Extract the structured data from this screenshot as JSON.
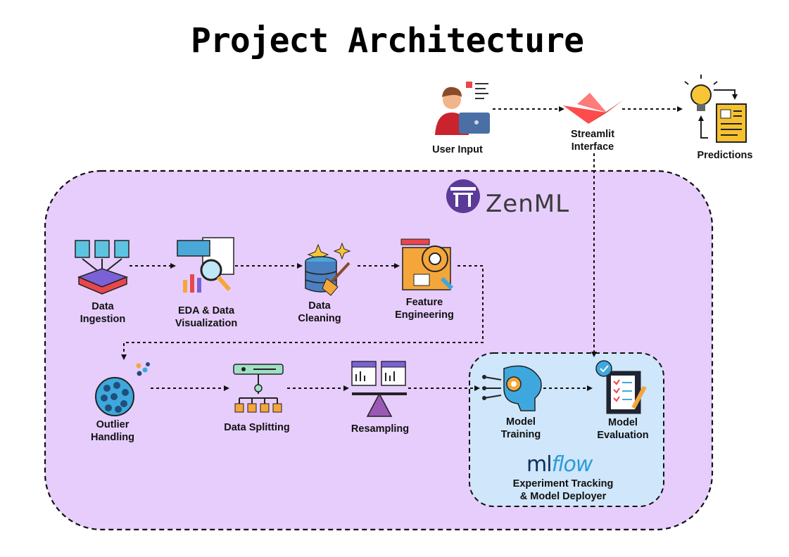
{
  "title": "Project Architecture",
  "colors": {
    "outer_region": "#e6cdfb",
    "inner_region": "#cfe6fb",
    "connector": "#111111",
    "accent_red": "#e8474b",
    "accent_blue": "#3ea8de",
    "accent_orange": "#f4a63b"
  },
  "top": {
    "user_input": {
      "label": "User Input",
      "icon": "user-laptop-icon"
    },
    "streamlit": {
      "line1": "Streamlit",
      "line2": "Interface",
      "icon": "streamlit-logo-icon"
    },
    "predictions": {
      "label": "Predictions",
      "icon": "lightbulb-report-icon"
    }
  },
  "zenml": {
    "logo_text": "ZenML"
  },
  "pipeline": {
    "ingestion": {
      "line1": "Data",
      "line2": "Ingestion",
      "icon": "documents-database-icon"
    },
    "eda": {
      "line1": "EDA & Data",
      "line2": "Visualization",
      "icon": "chart-magnifier-icon"
    },
    "cleaning": {
      "line1": "Data",
      "line2": "Cleaning",
      "icon": "database-broom-icon"
    },
    "feature": {
      "line1": "Feature",
      "line2": "Engineering",
      "icon": "gear-blueprint-icon"
    },
    "outlier": {
      "line1": "Outlier",
      "line2": "Handling",
      "icon": "outlier-circle-icon"
    },
    "splitting": {
      "label": "Data Splitting",
      "icon": "split-tree-icon"
    },
    "resampling": {
      "label": "Resampling",
      "icon": "balance-scale-icon"
    },
    "training": {
      "line1": "Model",
      "line2": "Training",
      "icon": "brain-gear-icon"
    },
    "evaluation": {
      "line1": "Model",
      "line2": "Evaluation",
      "icon": "checklist-gear-icon"
    }
  },
  "mlflow": {
    "logo_ml": "ml",
    "logo_flow": "flow",
    "line1": "Experiment Tracking",
    "line2": "& Model Deployer"
  }
}
